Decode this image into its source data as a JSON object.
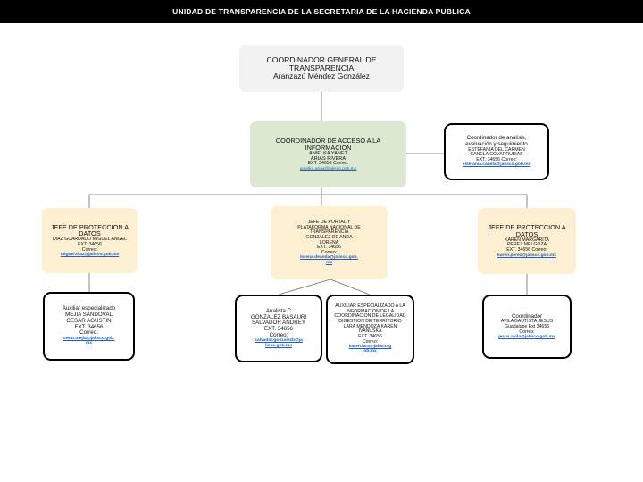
{
  "header": {
    "title": "UNIDAD DE TRANSPARENCIA DE LA SECRETARIA DE LA HACIENDA PUBLICA"
  },
  "nodes": {
    "root": {
      "line1": "COORDINADOR GENERAL DE",
      "line2": "TRANSPARENCIA",
      "line3": "Aranzazú Méndez González"
    },
    "acceso": {
      "line1": "COORDINADOR DE ACCESO A LA",
      "line2": "INFORMACION",
      "name1": "ANIELKA YANET",
      "name2": "ARIAS RIVERA",
      "ext": "EXT. 34656 Correo:",
      "mail": "anielka.arias@jalisco.gob.mx"
    },
    "analisis": {
      "line1": "Coordinador de análisis,",
      "line2": "evaluación y seguimiento",
      "name1": "ESTEFANIA DEL CARMEN",
      "name2": "CANELA COVARRUBIAS",
      "ext": "EXT. 34656 Correo:",
      "mail": "estefania.canela@jalisco.gob.mx"
    },
    "proteccion_izq": {
      "line1": "JEFE DE PROTECCION A",
      "line2": "DATOS",
      "name1": "DIAZ GUARDADO MIGUEL ANGEL",
      "ext": "EXT. 34656",
      "correo": "Correo:",
      "mail": "miguel.diaz@jalisco.gob.mx"
    },
    "portal": {
      "line1": "JEFE DE PORTAL Y",
      "line2": "PLATAFORMA NACIONAL DE",
      "line3": "TRANSPARENCIA",
      "name1": "GONZALEZ DE ANDA",
      "name2": "LORENA",
      "ext": "EXT. 34656",
      "correo": "Correo:",
      "mail": "lorena.deanda@jalisco.gob.",
      "mail2": "mx"
    },
    "proteccion_der": {
      "line1": "JEFE DE PROTECCION A",
      "line2": "DATOS",
      "name1": "KAREN MARGARITA",
      "name2": "PEREZ MELGOZA",
      "ext": "EXT. 34656 Correo:",
      "mail": "karen.perez@jalisco.gob.mx"
    },
    "auxiliar": {
      "line1": "Auxiliar especializado",
      "name1": "MEJIA SANDOVAL",
      "name2": "CESAR AGUSTIN",
      "ext": "EXT. 34656",
      "correo": "Correo:",
      "mail": "cesar.mejia@jalisco.gob.",
      "mail2": "mx"
    },
    "analista": {
      "line1": "Analista C",
      "name1": "GONZALEZ BASAURI",
      "name2": "SALVADOR ANDREY",
      "ext": "EXT. 34656",
      "correo": "Correo:",
      "mail": "salvador.gonzalezb@ja",
      "mail2": "lisco.gob.mx"
    },
    "auxiliar_esp": {
      "line1": "AUXILIAR ESPECIALIZADO A LA",
      "line2": "INFORMACION DE LA",
      "line3": "COORDINACION DE LEGALIDAD",
      "line4": "DIGESTION DE TERRITORIO",
      "name1": "LARA MENDOZA KAREN",
      "name2": "IVANUSKA",
      "ext": "EXT. 34656",
      "correo": "Correo:",
      "mail": "karen.lara@jalisco.g",
      "mail2": "ob.mx"
    },
    "coordinador": {
      "line1": "Coordinador",
      "name1": "AVILA BAUTISTA JESUS",
      "name2": "Guadalupe Ext 34656",
      "correo": "Correo:",
      "mail": "jesus.avila@jalisco.gob.mx"
    }
  },
  "colors": {
    "header_bg": "#000000",
    "header_text": "#ffffff",
    "root_fill": "#f2f2f2",
    "green_fill": "#dce8d0",
    "cream_fill": "#fdf0d2",
    "outline_stroke": "#000000",
    "connector": "#808080",
    "link": "#1f5fbf"
  }
}
